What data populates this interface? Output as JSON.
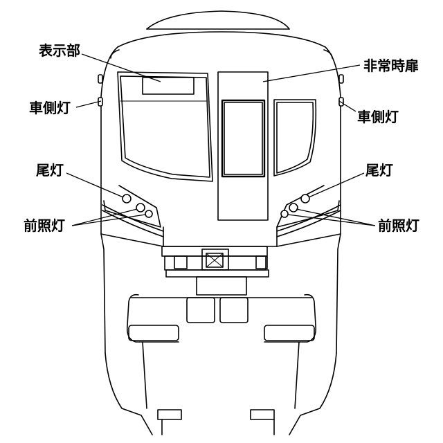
{
  "labels": {
    "display": "表示部",
    "emergency_door": "非常時扉",
    "side_light_left": "車側灯",
    "side_light_right": "車側灯",
    "tail_light_left": "尾灯",
    "tail_light_right": "尾灯",
    "headlight_left": "前照灯",
    "headlight_right": "前照灯"
  }
}
